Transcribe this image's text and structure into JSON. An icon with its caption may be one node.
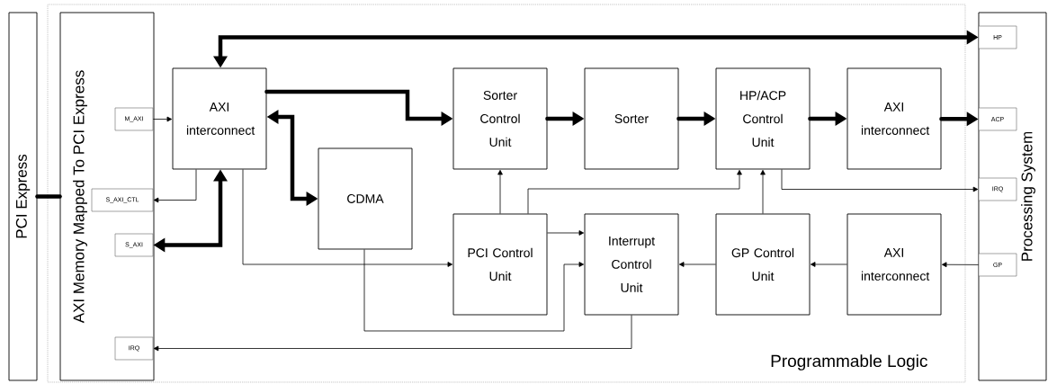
{
  "diagram": {
    "nodes": [
      {
        "text": [
          "PCI Express"
        ]
      },
      {
        "text": [
          "Programmable Logic"
        ]
      },
      {
        "text": [
          "AXI Memory Mapped To PCI Express"
        ],
        "in": 1
      },
      {
        "text": [
          "M_AXI"
        ],
        "in": 2
      },
      {
        "text": [
          "S_AXI_CTL"
        ],
        "in": 2
      },
      {
        "text": [
          "S_AXI"
        ],
        "in": 2
      },
      {
        "text": [
          "IRQ"
        ],
        "in": 2
      },
      {
        "text": [
          "AXI interconnect"
        ],
        "in": 1
      },
      {
        "text": [
          "CDMA"
        ],
        "in": 1
      },
      {
        "text": [
          "Sorter Control Unit"
        ],
        "in": 1
      },
      {
        "text": [
          "Sorter"
        ],
        "in": 1
      },
      {
        "text": [
          "HP/ACP Control Unit"
        ],
        "in": 1
      },
      {
        "text": [
          "AXI interconnect"
        ],
        "in": 1
      },
      {
        "text": [
          "PCI Control Unit"
        ],
        "in": 1
      },
      {
        "text": [
          "Interrupt Control Unit"
        ],
        "in": 1
      },
      {
        "text": [
          "GP Control Unit"
        ],
        "in": 1
      },
      {
        "text": [
          "AXI interconnect"
        ],
        "in": 1
      },
      {
        "text": [
          "Processing System"
        ]
      },
      {
        "text": [
          "HP"
        ],
        "in": 17
      },
      {
        "text": [
          "ACP"
        ],
        "in": 17
      },
      {
        "text": [
          "IRQ"
        ],
        "in": 17
      },
      {
        "text": [
          "GP"
        ],
        "in": 17
      }
    ],
    "edges": [
      {
        "from": 0,
        "to": 2,
        "arrow": "none",
        "style": "thick"
      },
      {
        "from": 3,
        "to": 7,
        "arrow": "to"
      },
      {
        "from": 7,
        "to": 4,
        "arrow": "to"
      },
      {
        "from": 5,
        "to": 7,
        "arrow": "both",
        "style": "thick"
      },
      {
        "from": 7,
        "to": 8,
        "arrow": "both",
        "style": "thick"
      },
      {
        "from": 7,
        "to": 18,
        "arrow": "both",
        "style": "thick"
      },
      {
        "from": 7,
        "to": 9,
        "arrow": "to",
        "style": "thick"
      },
      {
        "from": 9,
        "to": 10,
        "arrow": "to",
        "style": "thick"
      },
      {
        "from": 10,
        "to": 11,
        "arrow": "to",
        "style": "thick"
      },
      {
        "from": 11,
        "to": 12,
        "arrow": "to",
        "style": "thick"
      },
      {
        "from": 12,
        "to": 19,
        "arrow": "to",
        "style": "thick"
      },
      {
        "from": 11,
        "to": 20,
        "arrow": "to"
      },
      {
        "from": 13,
        "to": 9,
        "arrow": "to"
      },
      {
        "from": 13,
        "to": 11,
        "arrow": "to"
      },
      {
        "from": 13,
        "to": 14,
        "arrow": "to"
      },
      {
        "from": 7,
        "to": 13,
        "arrow": "to"
      },
      {
        "from": 8,
        "to": 14,
        "arrow": "to"
      },
      {
        "from": 14,
        "to": 6,
        "arrow": "to"
      },
      {
        "from": 15,
        "to": 14,
        "arrow": "to"
      },
      {
        "from": 15,
        "to": 11,
        "arrow": "to"
      },
      {
        "from": 16,
        "to": 15,
        "arrow": "to"
      },
      {
        "from": 21,
        "to": 16,
        "arrow": "to"
      }
    ]
  }
}
